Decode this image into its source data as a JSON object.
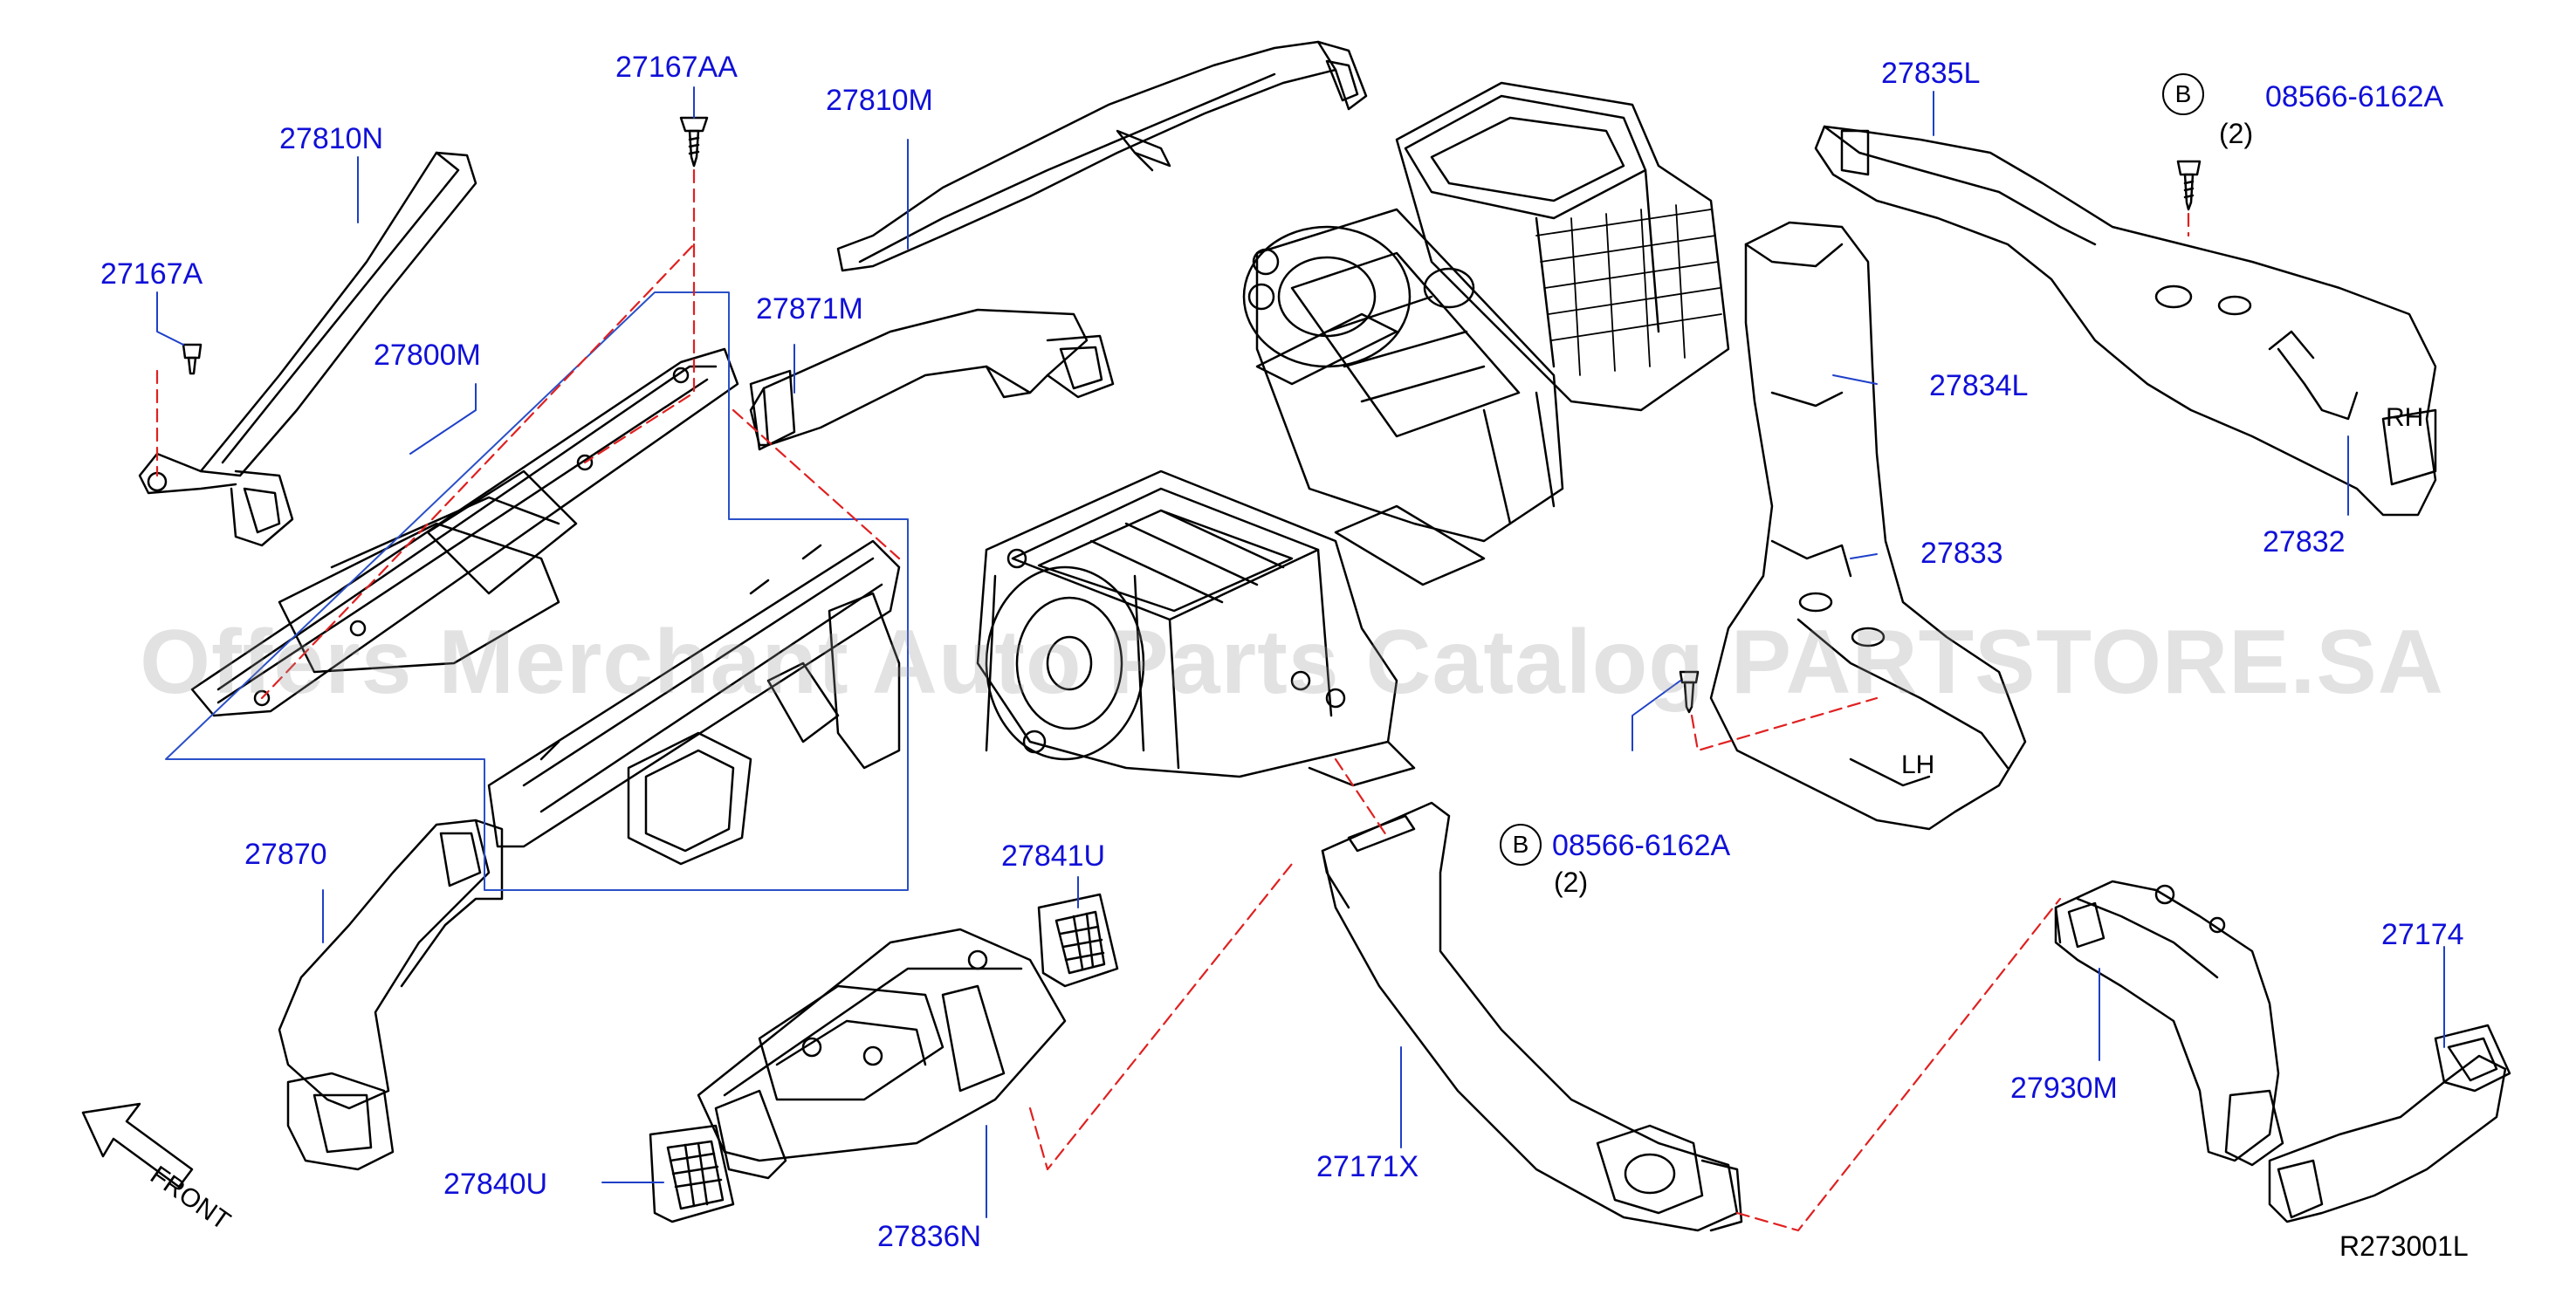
{
  "diagram": {
    "labels": {
      "p27167AA": "27167AA",
      "p27810M": "27810M",
      "p27810N": "27810N",
      "p27167A": "27167A",
      "p27800M": "27800M",
      "p27871M": "27871M",
      "p27835L": "27835L",
      "p08566_top": "08566-6162A",
      "p27834L": "27834L",
      "p27832": "27832",
      "p27833": "27833",
      "p08566_mid": "08566-6162A",
      "p27870": "27870",
      "p27841U": "27841U",
      "p27840U": "27840U",
      "p27836N": "27836N",
      "p27171X": "27171X",
      "p27174": "27174",
      "p27930M": "27930M"
    },
    "badge_letter": "B",
    "qty_top": "(2)",
    "qty_mid": "(2)",
    "side_rh": "RH",
    "side_lh": "LH",
    "front_label": "FRONT",
    "reference_code": "R273001L",
    "watermark": "Offers Merchant Auto Parts Catalog PARTSTORE.SA",
    "colors": {
      "label": "#1010d8",
      "leader": "#1e40c8",
      "dashed": "#e02020",
      "outline": "#000000"
    }
  }
}
